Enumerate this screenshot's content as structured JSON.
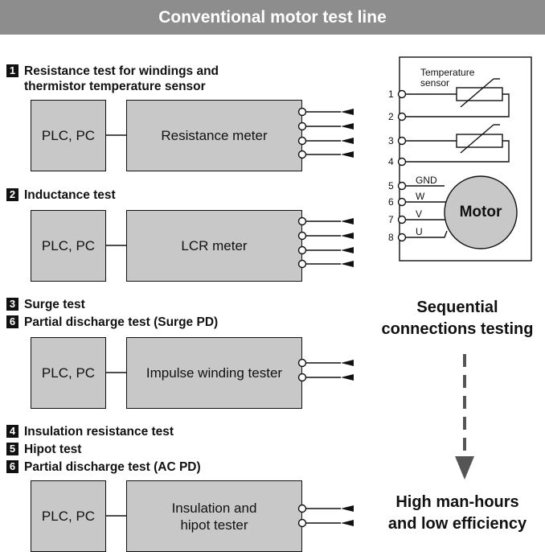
{
  "title": "Conventional motor test line",
  "sections": [
    {
      "numbers": [
        "1"
      ],
      "labels": [
        "Resistance test for windings and",
        "thermistor temperature sensor"
      ],
      "controller": "PLC, PC",
      "instrument": "Resistance meter"
    },
    {
      "numbers": [
        "2"
      ],
      "labels": [
        "Inductance test"
      ],
      "controller": "PLC, PC",
      "instrument": "LCR meter"
    },
    {
      "numbers": [
        "3",
        "6"
      ],
      "labels": [
        "Surge test",
        "Partial discharge test (Surge PD)"
      ],
      "controller": "PLC, PC",
      "instrument": "Impulse winding tester"
    },
    {
      "numbers": [
        "4",
        "5",
        "6"
      ],
      "labels": [
        "Insulation resistance test",
        "Hipot test",
        "Partial discharge test (AC PD)"
      ],
      "controller": "PLC, PC",
      "instrument_lines": [
        "Insulation and",
        "hipot tester"
      ]
    }
  ],
  "motor_diagram": {
    "sensor_label": [
      "Temperature",
      "sensor"
    ],
    "terminals": [
      "1",
      "2",
      "3",
      "4",
      "5",
      "6",
      "7",
      "8"
    ],
    "wire_labels": [
      "GND",
      "W",
      "V",
      "U"
    ],
    "motor_label": "Motor"
  },
  "side_text": {
    "top": [
      "Sequential",
      "connections testing"
    ],
    "bottom": [
      "High man-hours",
      "and low efficiency"
    ]
  }
}
